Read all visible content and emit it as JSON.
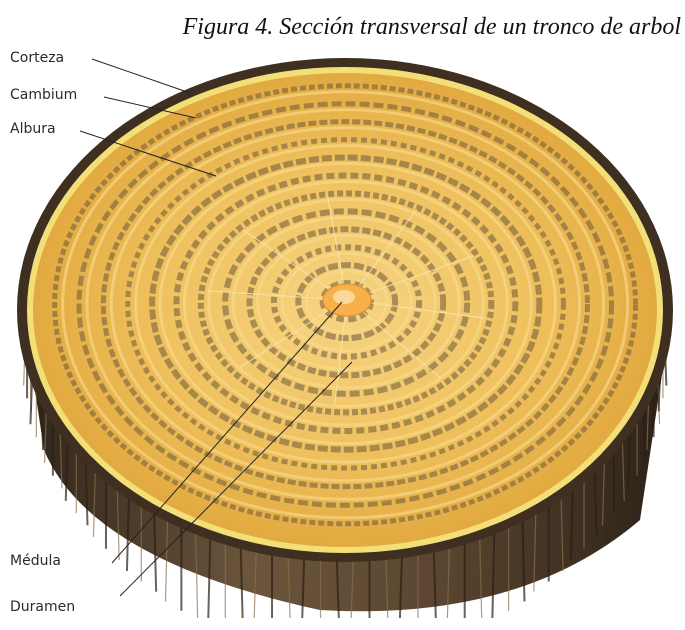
{
  "figure": {
    "caption": "Figura 4. Sección transversal de un tronco de arbol"
  },
  "labels": {
    "corteza": "Corteza",
    "cambium": "Cambium",
    "albura": "Albura",
    "medula": "Médula",
    "duramen": "Duramen"
  },
  "colors": {
    "wood_light": "#f2c869",
    "wood_mid": "#e3a83c",
    "ring_dark": "#6e5a3a",
    "bark_dark": "#3a2c1e",
    "bark_mid": "#6a5238",
    "cambium_line": "#f6e27a",
    "pith": "#f7b04a"
  },
  "rings": {
    "count": 12
  }
}
